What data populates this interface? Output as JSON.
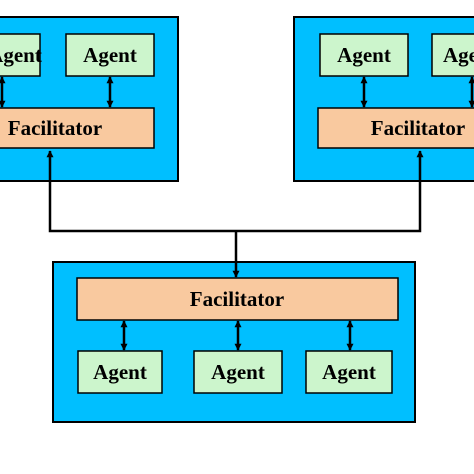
{
  "diagram": {
    "colors": {
      "cluster_fill": "#00BFFF",
      "facilitator_fill": "#F9C99F",
      "agent_fill": "#CCF5CC",
      "stroke": "#000000",
      "background": "#FFFFFF"
    },
    "clusters": {
      "top_left": {
        "facilitator": "Facilitator",
        "agents": [
          "Agent",
          "Agent"
        ]
      },
      "top_right": {
        "facilitator": "Facilitator",
        "agents": [
          "Agent",
          "Agent"
        ]
      },
      "bottom": {
        "facilitator": "Facilitator",
        "agents": [
          "Agent",
          "Agent",
          "Agent"
        ]
      }
    },
    "connectors": {
      "agent_facilitator": "bidirectional-arrow",
      "facilitator_network": "bus-with-arrowheads"
    }
  }
}
